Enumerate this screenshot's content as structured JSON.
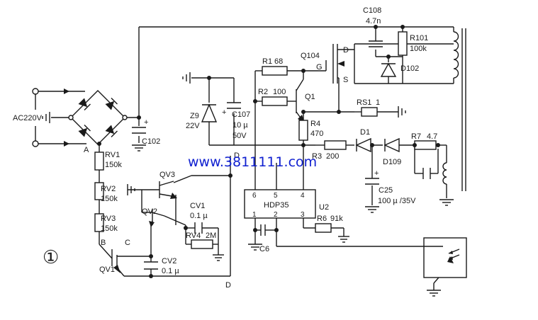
{
  "figure_number": "①",
  "watermark": "www.3811111.com",
  "nodes": {
    "a": "A",
    "b": "B",
    "c": "C",
    "d_bottom": "D"
  },
  "source": {
    "label": "AC220V"
  },
  "components": {
    "c108": {
      "name": "C108",
      "value": "4.7n"
    },
    "r101": {
      "name": "R101",
      "value": "100k"
    },
    "d102": {
      "name": "D102"
    },
    "q104": {
      "name": "Q104",
      "pin_d": "D",
      "pin_g": "G",
      "pin_s": "S"
    },
    "r1": {
      "name": "R1",
      "value": "68"
    },
    "r2": {
      "name": "R2",
      "value": "100"
    },
    "q1": {
      "name": "Q1"
    },
    "rs1": {
      "name": "RS1",
      "value": "1"
    },
    "z9": {
      "name": "Z9",
      "value": "22V"
    },
    "c107": {
      "name": "C107",
      "value": "10 µ",
      "voltage": "50V"
    },
    "r4": {
      "name": "R4",
      "value": "470"
    },
    "d1": {
      "name": "D1"
    },
    "d109": {
      "name": "D109"
    },
    "r7": {
      "name": "R7",
      "value": "4.7"
    },
    "r3": {
      "name": "R3",
      "value": "200"
    },
    "c25": {
      "name": "C25",
      "value": "100 µ /35V"
    },
    "c102": {
      "name": "C102"
    },
    "rv1": {
      "name": "RV1",
      "value": "150k"
    },
    "rv2": {
      "name": "RV2",
      "value": "150k"
    },
    "rv3": {
      "name": "RV3",
      "value": "150k"
    },
    "qv3": {
      "name": "QV3"
    },
    "qv2": {
      "name": "QV2"
    },
    "qv1": {
      "name": "QV1"
    },
    "cv1": {
      "name": "CV1",
      "value": "0.1 µ"
    },
    "rv4": {
      "name": "RV4",
      "value": "2M"
    },
    "cv2": {
      "name": "CV2",
      "value": "0.1 µ"
    },
    "r6": {
      "name": "R6",
      "value": "91k"
    },
    "c6": {
      "name": "C6"
    },
    "d_label": {
      "name": "D"
    },
    "ic": {
      "name": "HDP35",
      "ref": "U2",
      "pins_top": [
        "6",
        "5",
        "4"
      ],
      "pins_bottom": [
        "1",
        "2",
        "3"
      ]
    }
  }
}
